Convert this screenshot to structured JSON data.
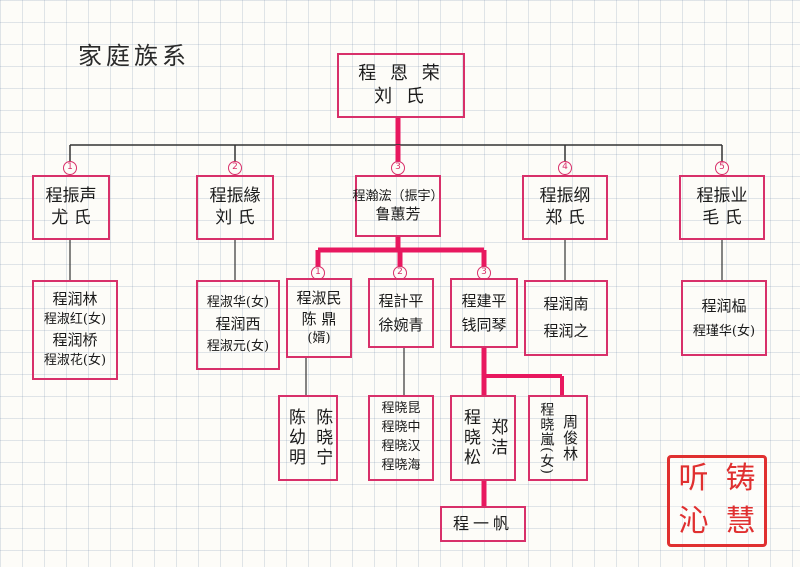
{
  "title": "家庭族系",
  "root": {
    "line1": "程 恩 荣",
    "line2": "刘   氏"
  },
  "gen2": [
    {
      "num": "1",
      "line1": "程振声",
      "line2": "尤   氏"
    },
    {
      "num": "2",
      "line1": "程振緣",
      "line2": "刘   氏"
    },
    {
      "num": "3",
      "line1": "程瀚浤（振宇）",
      "line2": "鲁蕙芳"
    },
    {
      "num": "4",
      "line1": "程振纲",
      "line2": "郑   氏"
    },
    {
      "num": "5",
      "line1": "程振业",
      "line2": "毛   氏"
    }
  ],
  "gen3_family1": [
    "程润林",
    "程淑红(女)",
    "程润桥",
    "程淑花(女)"
  ],
  "gen3_family2": [
    "程淑华(女)",
    "程润西",
    "程淑元(女)"
  ],
  "gen3_family4": [
    "程润南",
    "程润之"
  ],
  "gen3_family5": [
    "程润榀",
    "程瑾华(女)"
  ],
  "gen3_family3": [
    {
      "num": "1",
      "lines": [
        "程淑民",
        "陈 鼎",
        "(婿)"
      ]
    },
    {
      "num": "2",
      "lines": [
        "程計平",
        "徐婉青"
      ]
    },
    {
      "num": "3",
      "lines": [
        "程建平",
        "钱同琴"
      ]
    }
  ],
  "gen4": {
    "chen": {
      "col1": "陈幼明",
      "col2": "陈晓宁"
    },
    "ji": [
      "程晓昆",
      "程晓中",
      "程晓汉",
      "程晓海"
    ],
    "jian_a": {
      "col1": "程晓松",
      "col2": "郑洁"
    },
    "jian_b": {
      "col1": "程晓嵐(女)",
      "col2": "周俊林"
    }
  },
  "gen5": "程一帆",
  "seal": [
    "铸",
    "慧",
    "沁",
    "听"
  ],
  "colors": {
    "line": "#e8185f",
    "box": "#d8306a",
    "thin": "#333333",
    "seal": "#e03030"
  }
}
